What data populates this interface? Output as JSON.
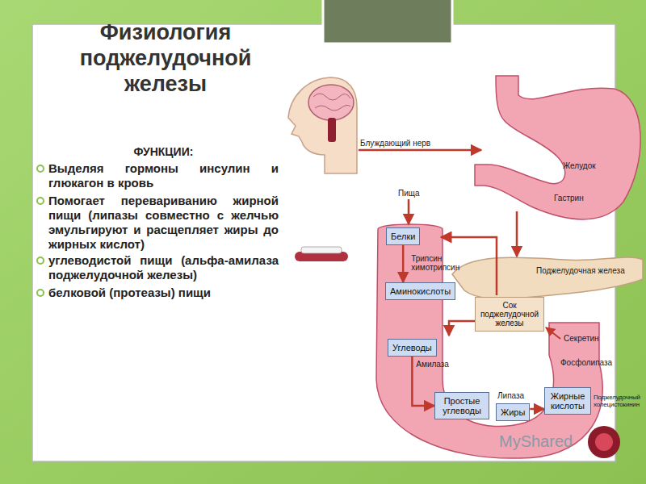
{
  "diagram": {
    "title": "Физиология поджелудочной железы",
    "nodes": [
      {
        "text": [
          "Белки"
        ]
      },
      {
        "text": [
          "Аминокислоты"
        ]
      },
      {
        "text": [
          "Углеводы"
        ]
      },
      {
        "text": [
          "Простые углеводы"
        ]
      },
      {
        "text": [
          "Жиры"
        ]
      },
      {
        "text": [
          "Жирные кислоты"
        ]
      },
      {
        "text": [
          "Сок поджелудочной железы"
        ]
      }
    ],
    "edges": [
      {
        "from": 0,
        "to": 1,
        "arrow": "to",
        "label": "Трипсин химотрипсин"
      },
      {
        "from": 2,
        "to": 3,
        "arrow": "to",
        "label": "Амилаза"
      },
      {
        "from": 4,
        "to": 5,
        "arrow": "to",
        "label": "Липаза"
      }
    ],
    "labels": [
      "ФУНКЦИИ:",
      "Выделяя гормоны инсулин и глюкагон в кровь",
      "Помогает перевариванию жирной пищи (липазы совместно с желчью эмульгируют и расщепляет жиры до жирных кислот)",
      "углеводистой пищи (альфа-амилаза поджелудочной железы)",
      "белковой (протеазы) пищи",
      "Блуждающий нерв",
      "Желудок",
      "Гастрин",
      "Пища",
      "Поджелудочная железа",
      "Секретин",
      "Фосфолипаза",
      "Поджелудочный холецистокинин",
      "MyShared"
    ]
  }
}
